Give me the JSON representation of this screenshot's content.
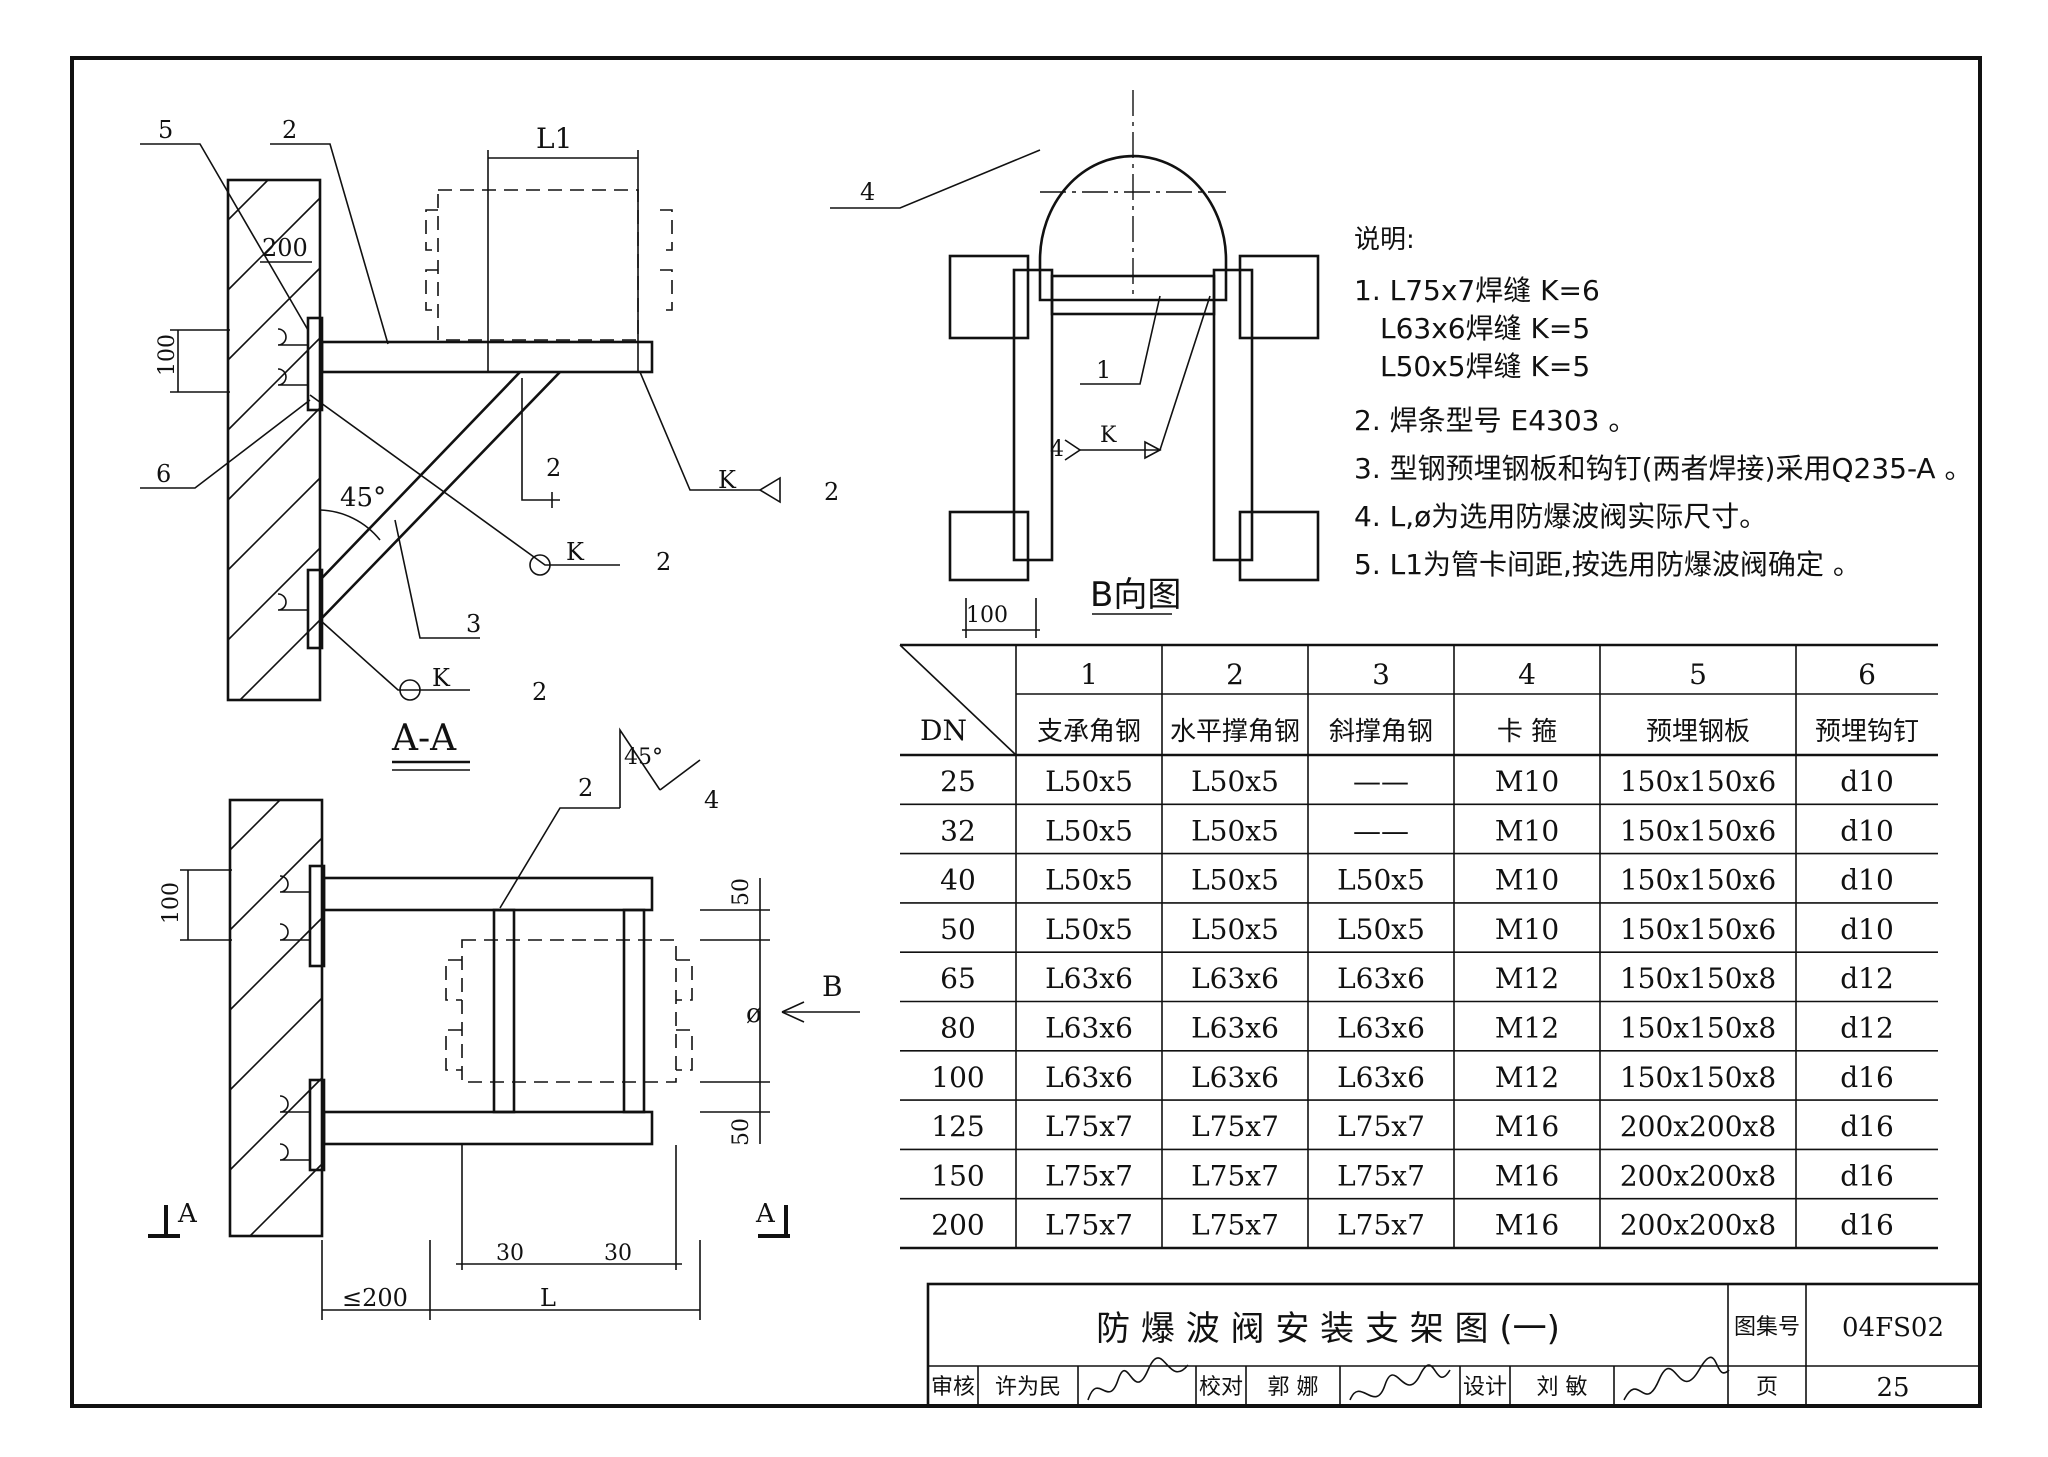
{
  "labels": {
    "section_aa_title": "A-A",
    "view_b_title": "B向图",
    "leader_5": "5",
    "leader_2": "2",
    "leader_6": "6",
    "leader_3": "3",
    "leader_4": "4",
    "leader_1": "1",
    "dim_l1": "L1",
    "dim_200": "200",
    "dim_100": "100",
    "dim_100b": "100",
    "dim_100_plan": "100",
    "angle_45": "45°",
    "angle_45_plan": "45°",
    "weld_k": "K",
    "weld_2": "2",
    "weld_4": "4",
    "dim_50_top": "50",
    "dim_50_bottom": "50",
    "dim_phi": "ø",
    "arrow_b": "B",
    "section_a_left": "A",
    "section_a_right": "A",
    "dim_30_left": "30",
    "dim_30_right": "30",
    "dim_le200": "≤200",
    "dim_L": "L"
  },
  "notes": {
    "heading": "说明:",
    "items": [
      "1. L75x7焊缝  K=6",
      "L63x6焊缝  K=5",
      "L50x5焊缝  K=5",
      "2. 焊条型号  E4303 。",
      "3. 型钢预埋钢板和钩钉(两者焊接)采用Q235-A 。",
      "4. L,ø为选用防爆波阀实际尺寸。",
      "5. L1为管卡间距,按选用防爆波阀确定 。"
    ]
  },
  "table": {
    "corner_label": "DN",
    "col_numbers": [
      "1",
      "2",
      "3",
      "4",
      "5",
      "6"
    ],
    "col_names": [
      "支承角钢",
      "水平撑角钢",
      "斜撑角钢",
      "卡 箍",
      "预埋钢板",
      "预埋钩钉"
    ],
    "rows": [
      [
        "25",
        "L50x5",
        "L50x5",
        "——",
        "M10",
        "150x150x6",
        "d10"
      ],
      [
        "32",
        "L50x5",
        "L50x5",
        "——",
        "M10",
        "150x150x6",
        "d10"
      ],
      [
        "40",
        "L50x5",
        "L50x5",
        "L50x5",
        "M10",
        "150x150x6",
        "d10"
      ],
      [
        "50",
        "L50x5",
        "L50x5",
        "L50x5",
        "M10",
        "150x150x6",
        "d10"
      ],
      [
        "65",
        "L63x6",
        "L63x6",
        "L63x6",
        "M12",
        "150x150x8",
        "d12"
      ],
      [
        "80",
        "L63x6",
        "L63x6",
        "L63x6",
        "M12",
        "150x150x8",
        "d12"
      ],
      [
        "100",
        "L63x6",
        "L63x6",
        "L63x6",
        "M12",
        "150x150x8",
        "d16"
      ],
      [
        "125",
        "L75x7",
        "L75x7",
        "L75x7",
        "M16",
        "200x200x8",
        "d16"
      ],
      [
        "150",
        "L75x7",
        "L75x7",
        "L75x7",
        "M16",
        "200x200x8",
        "d16"
      ],
      [
        "200",
        "L75x7",
        "L75x7",
        "L75x7",
        "M16",
        "200x200x8",
        "d16"
      ]
    ]
  },
  "title_block": {
    "drawing_title": "防 爆 波 阀 安 装 支 架 图 (一)",
    "atlas_label": "图集号",
    "atlas_no": "04FS02",
    "review_label": "审核",
    "reviewer": "许为民",
    "check_label": "校对",
    "checker": "郭 娜",
    "design_label": "设计",
    "designer": "刘 敏",
    "page_label": "页",
    "page_no": "25"
  }
}
